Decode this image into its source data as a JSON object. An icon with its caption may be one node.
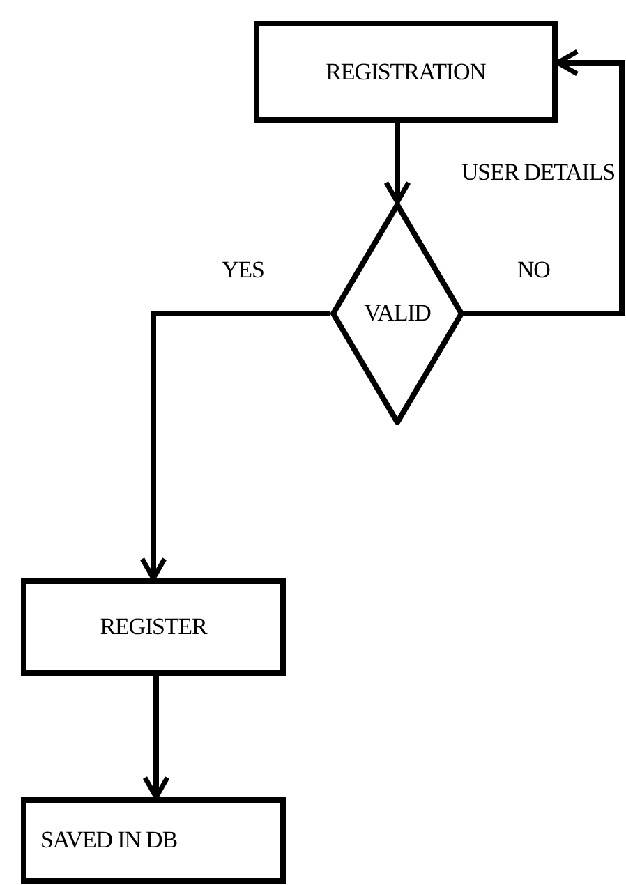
{
  "diagram": {
    "nodes": [
      {
        "text": [
          "REGISTRATION"
        ]
      },
      {
        "text": [
          "VALID"
        ]
      },
      {
        "text": [
          "REGISTER"
        ]
      },
      {
        "text": [
          "SAVED IN DB"
        ]
      }
    ],
    "edges": [
      {
        "from": 0,
        "to": 1,
        "arrow": "to"
      },
      {
        "from": 1,
        "to": 2,
        "arrow": "to",
        "label": "YES"
      },
      {
        "from": 1,
        "to": 0,
        "arrow": "to",
        "label": "NO"
      },
      {
        "from": 2,
        "to": 3,
        "arrow": "to"
      }
    ],
    "labels": [
      "USER DETAILS"
    ]
  }
}
